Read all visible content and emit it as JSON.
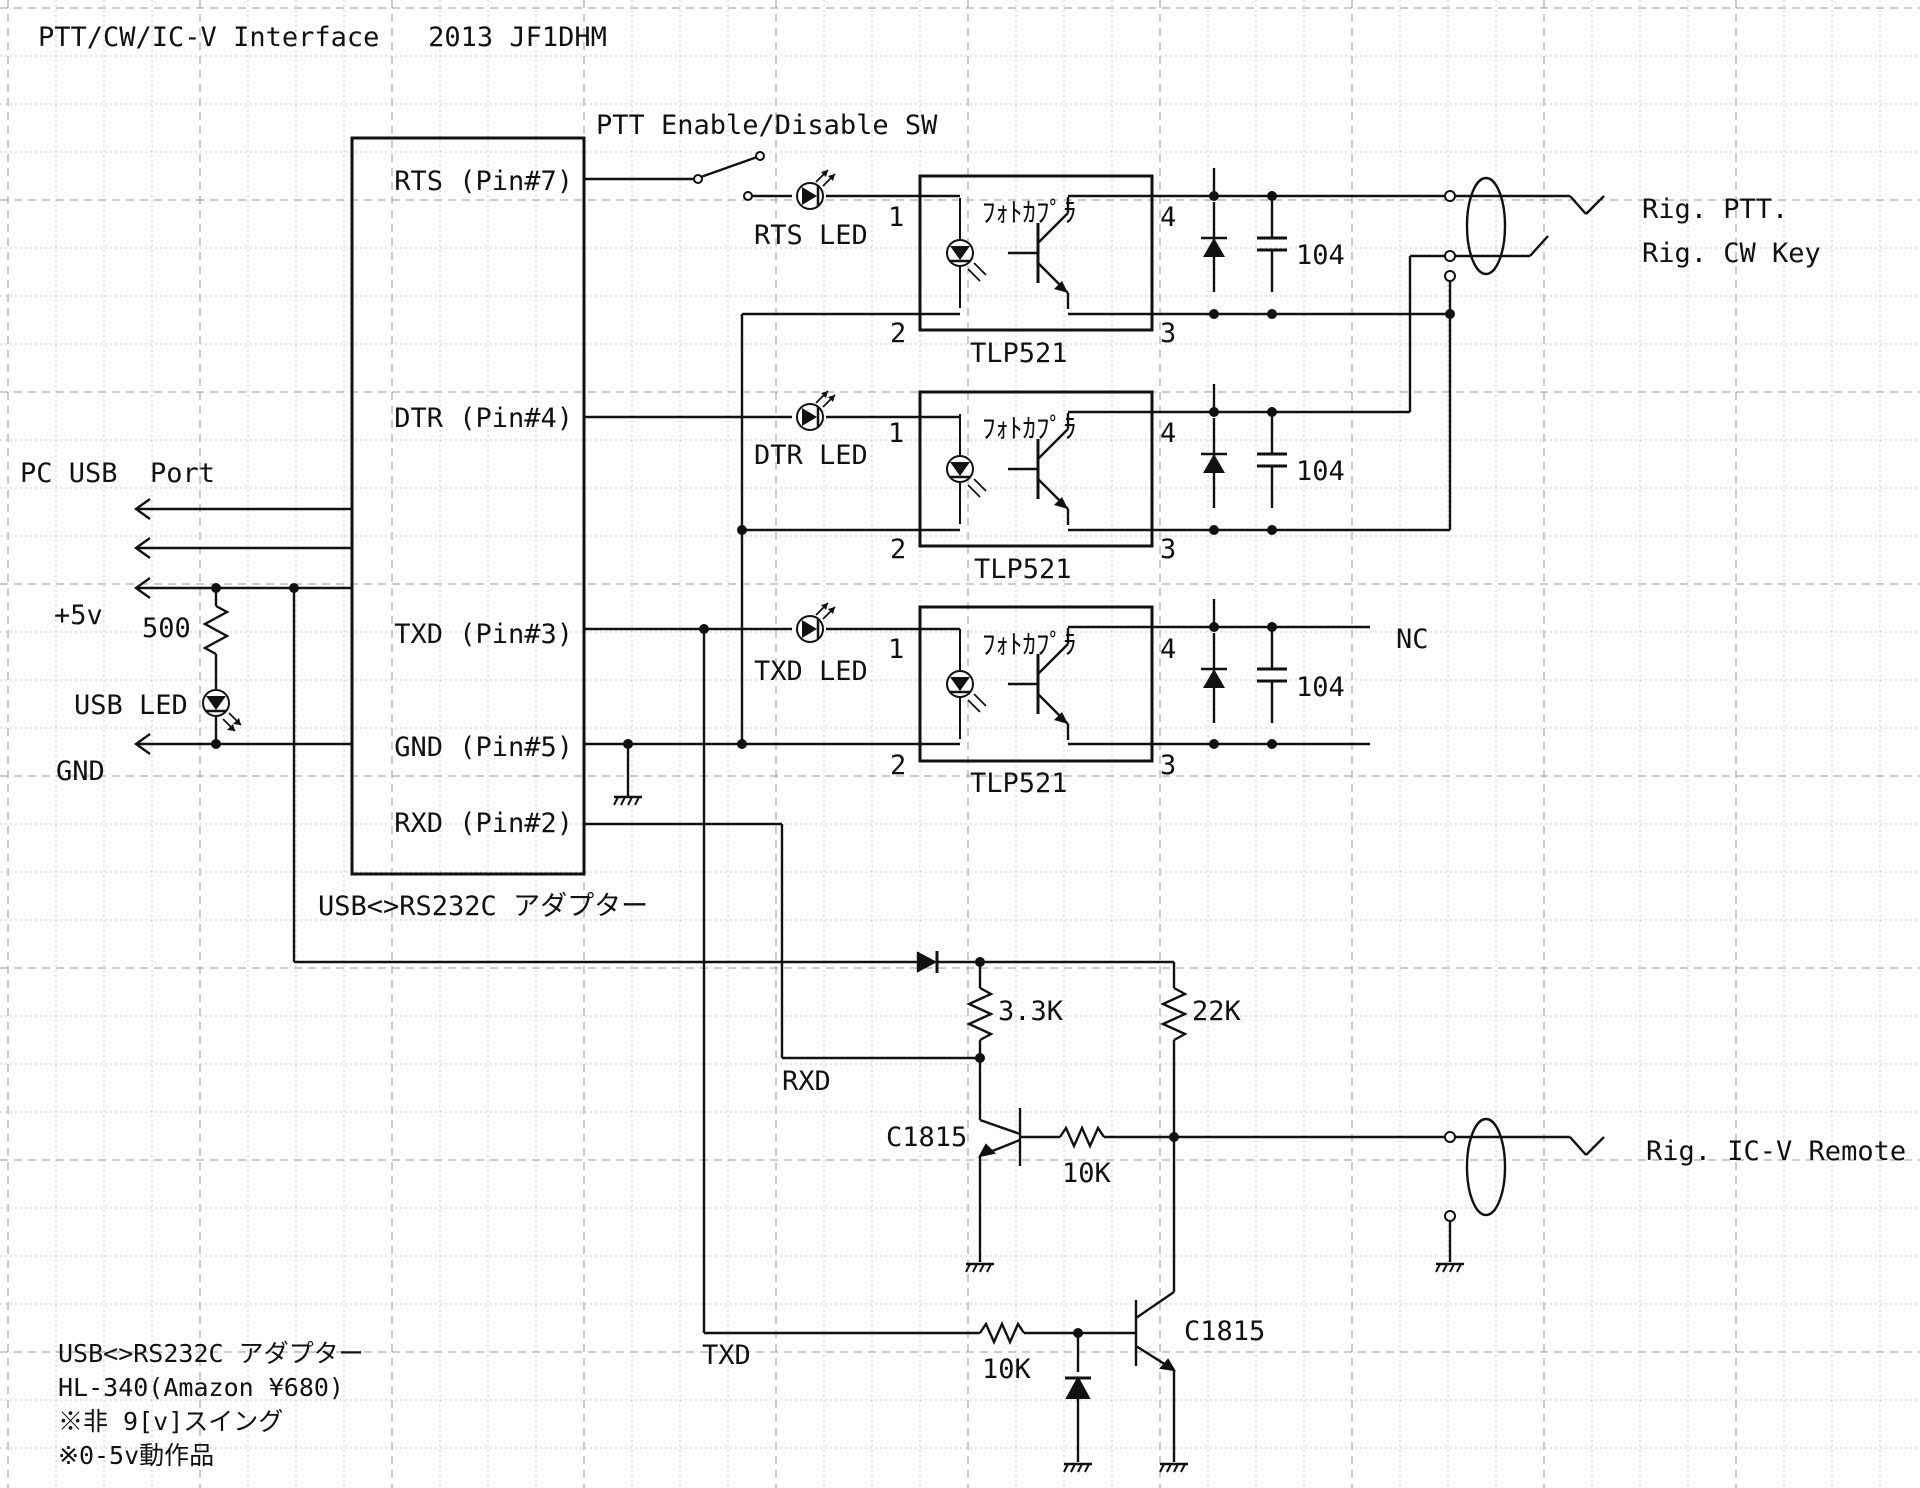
{
  "title": "PTT/CW/IC-V Interface   2013 JF1DHM",
  "labels": {
    "ptt_switch": "PTT Enable/Disable SW",
    "pc_usb_port": "PC USB  Port",
    "plus5v": "+5v",
    "r500": "500",
    "usb_led": "USB LED",
    "gnd": "GND",
    "adapter_caption": "USB<>RS232C アダプター",
    "rig_ptt": "Rig. PTT.",
    "rig_cw": "Rig. CW Key",
    "nc": "NC",
    "rig_icv": "Rig. IC-V Remote",
    "r33k": "3.3K",
    "r22k": "22K",
    "rxd_node": "RXD",
    "txd_node": "TXD",
    "q1": "C1815",
    "q2": "C1815",
    "r10k_a": "10K",
    "r10k_b": "10K"
  },
  "adapter_pins": [
    "RTS (Pin#7)",
    "DTR (Pin#4)",
    "TXD (Pin#3)",
    "GND (Pin#5)",
    "RXD (Pin#2)"
  ],
  "couplers": [
    {
      "led": "RTS LED",
      "text": "ﾌｫﾄｶﾌﾟﾗ",
      "part": "TLP521",
      "pin1": "1",
      "pin2": "2",
      "pin3": "3",
      "pin4": "4",
      "cap": "104"
    },
    {
      "led": "DTR LED",
      "text": "ﾌｫﾄｶﾌﾟﾗ",
      "part": "TLP521",
      "pin1": "1",
      "pin2": "2",
      "pin3": "3",
      "pin4": "4",
      "cap": "104"
    },
    {
      "led": "TXD LED",
      "text": "ﾌｫﾄｶﾌﾟﾗ",
      "part": "TLP521",
      "pin1": "1",
      "pin2": "2",
      "pin3": "3",
      "pin4": "4",
      "cap": "104"
    }
  ],
  "notes": [
    "USB<>RS232C アダプター",
    "HL-340(Amazon ¥680)",
    "※非 9[v]スイング",
    "※0-5v動作品"
  ]
}
